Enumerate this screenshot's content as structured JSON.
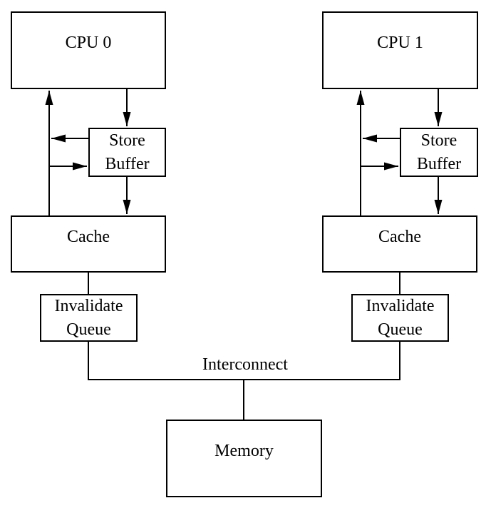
{
  "colors": {
    "background": "#ffffff",
    "stroke": "#000000",
    "text": "#000000"
  },
  "nodes": {
    "cpu0": {
      "label": "CPU 0"
    },
    "cpu1": {
      "label": "CPU 1"
    },
    "store_buffer0": {
      "label": "Store Buffer"
    },
    "store_buffer1": {
      "label": "Store Buffer"
    },
    "cache0": {
      "label": "Cache"
    },
    "cache1": {
      "label": "Cache"
    },
    "invalidate_queue0": {
      "label": "Invalidate Queue"
    },
    "invalidate_queue1": {
      "label": "Invalidate Queue"
    },
    "memory": {
      "label": "Memory"
    }
  },
  "labels": {
    "interconnect": "Interconnect"
  }
}
